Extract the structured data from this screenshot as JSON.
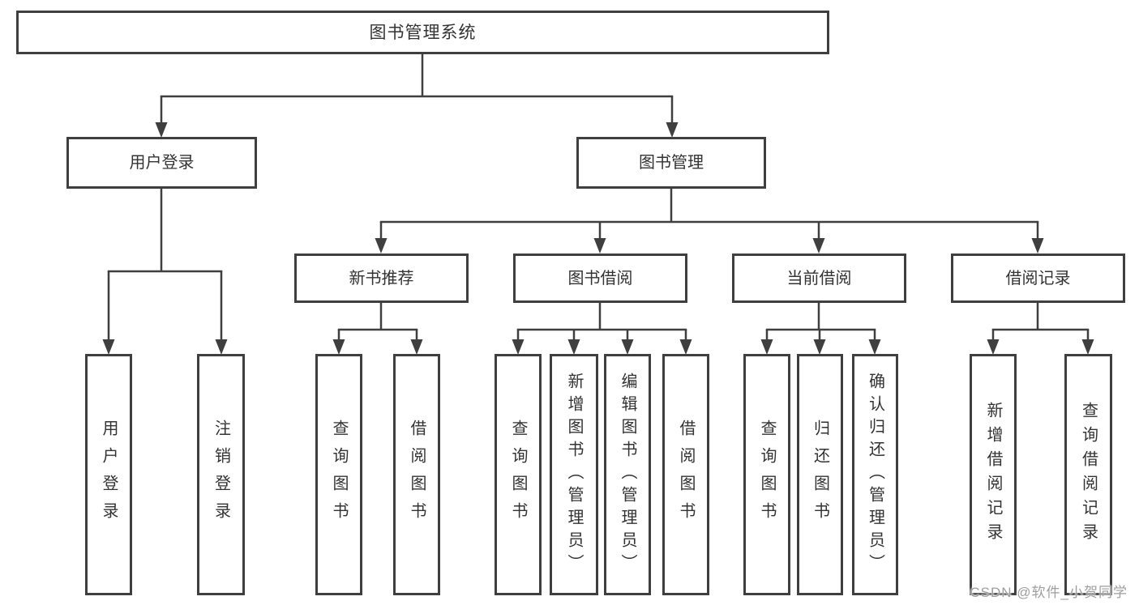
{
  "colors": {
    "line": "#3f3f3f",
    "text": "#333333",
    "watermark": "#9e9e9e",
    "background": "#ffffff"
  },
  "root": {
    "label": "图书管理系统"
  },
  "branches": [
    {
      "label": "用户登录",
      "leaves": [
        "用户登录",
        "注销登录"
      ]
    },
    {
      "label": "图书管理",
      "groups": [
        {
          "label": "新书推荐",
          "leaves": [
            "查询图书",
            "借阅图书"
          ]
        },
        {
          "label": "图书借阅",
          "leaves": [
            "查询图书",
            "新增图书（管理员）",
            "编辑图书（管理员）",
            "借阅图书"
          ]
        },
        {
          "label": "当前借阅",
          "leaves": [
            "查询图书",
            "归还图书",
            "确认归还（管理员）"
          ]
        },
        {
          "label": "借阅记录",
          "leaves": [
            "新增借阅记录",
            "查询借阅记录"
          ]
        }
      ]
    }
  ],
  "watermark": {
    "text": "CSDN @软件_小贺同学"
  }
}
